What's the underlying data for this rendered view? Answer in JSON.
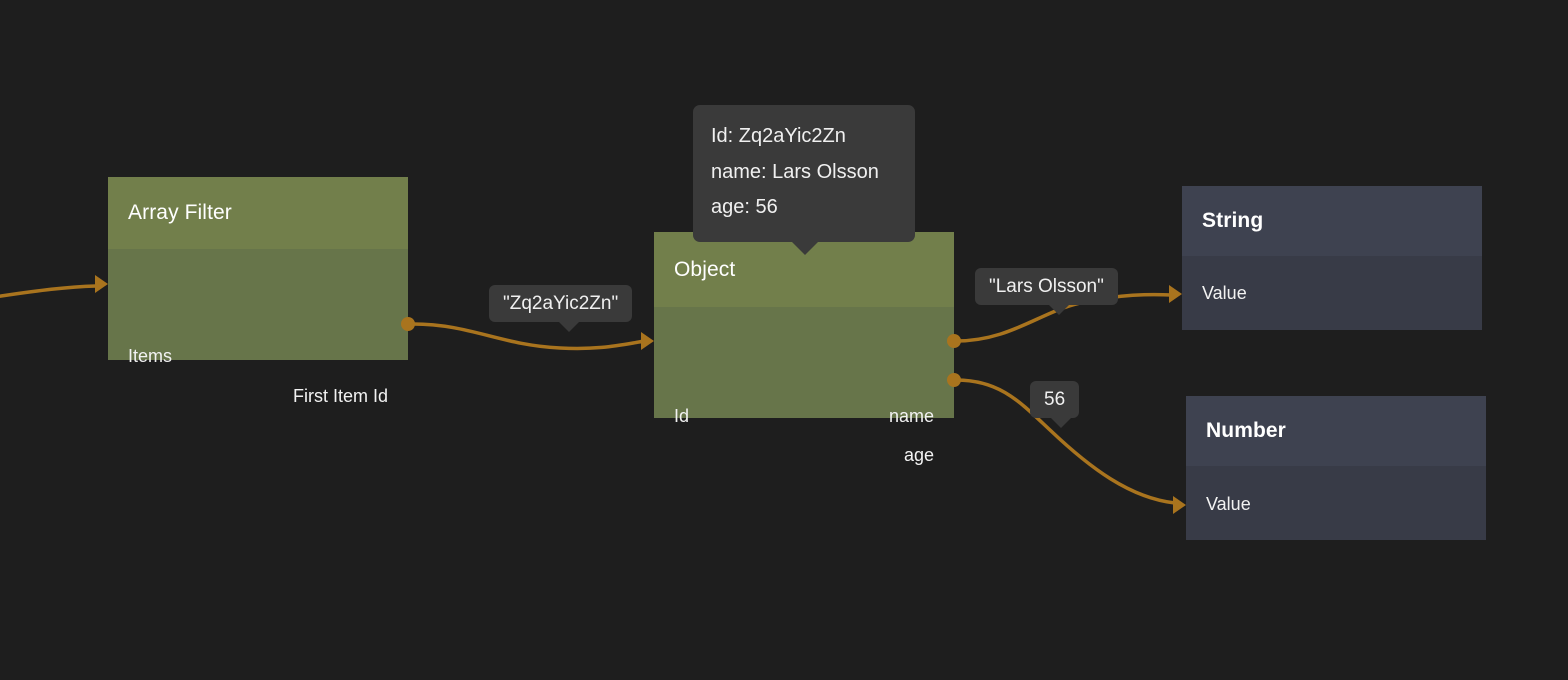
{
  "canvas": {
    "background": "#1e1e1e",
    "edge_color": "#a9741e",
    "green_header": "#727f4b",
    "green_body": "#67754a",
    "dark_header": "#3e4250",
    "dark_body": "#383b47",
    "badge_background": "#3a3a3a"
  },
  "nodes": {
    "array_filter": {
      "title": "Array Filter",
      "inputs": [
        {
          "label": "Items"
        }
      ],
      "outputs": [
        {
          "label": "First Item Id"
        }
      ]
    },
    "object": {
      "title": "Object",
      "inputs": [
        {
          "label": "Id"
        }
      ],
      "outputs": [
        {
          "label": "name"
        },
        {
          "label": "age"
        }
      ]
    },
    "string": {
      "title": "String",
      "inputs": [
        {
          "label": "Value"
        }
      ],
      "outputs": []
    },
    "number": {
      "title": "Number",
      "inputs": [
        {
          "label": "Value"
        }
      ],
      "outputs": []
    }
  },
  "tooltip": {
    "lines": [
      "Id: Zq2aYic2Zn",
      "name: Lars Olsson",
      "age: 56"
    ]
  },
  "edge_labels": {
    "first_item_id": "\"Zq2aYic2Zn\"",
    "name": "\"Lars Olsson\"",
    "age": "56"
  }
}
